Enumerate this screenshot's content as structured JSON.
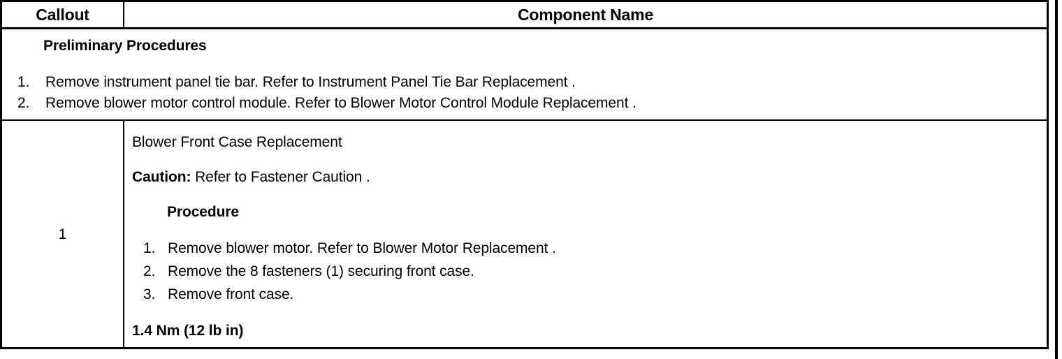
{
  "table": {
    "headers": {
      "callout": "Callout",
      "component_name": "Component Name"
    },
    "preliminary": {
      "title": "Preliminary Procedures",
      "steps": [
        {
          "num": "1.",
          "text": "Remove instrument panel tie bar. Refer to Instrument Panel Tie Bar Replacement ."
        },
        {
          "num": "2.",
          "text": "Remove blower motor control module. Refer to Blower Motor Control Module Replacement ."
        }
      ]
    },
    "rows": [
      {
        "callout": "1",
        "component": {
          "title": "Blower Front Case Replacement",
          "caution_label": "Caution:",
          "caution_text": " Refer to Fastener Caution .",
          "procedure_heading": "Procedure",
          "steps": [
            {
              "num": "1.",
              "text": "Remove blower motor. Refer to Blower Motor Replacement ."
            },
            {
              "num": "2.",
              "text": "Remove the 8 fasteners (1) securing front case."
            },
            {
              "num": "3.",
              "text": "Remove front case."
            }
          ],
          "torque_spec": "1.4 Nm (12 lb in)"
        }
      }
    ]
  },
  "colors": {
    "border": "#000000",
    "text": "#000000",
    "background": "#ffffff"
  }
}
